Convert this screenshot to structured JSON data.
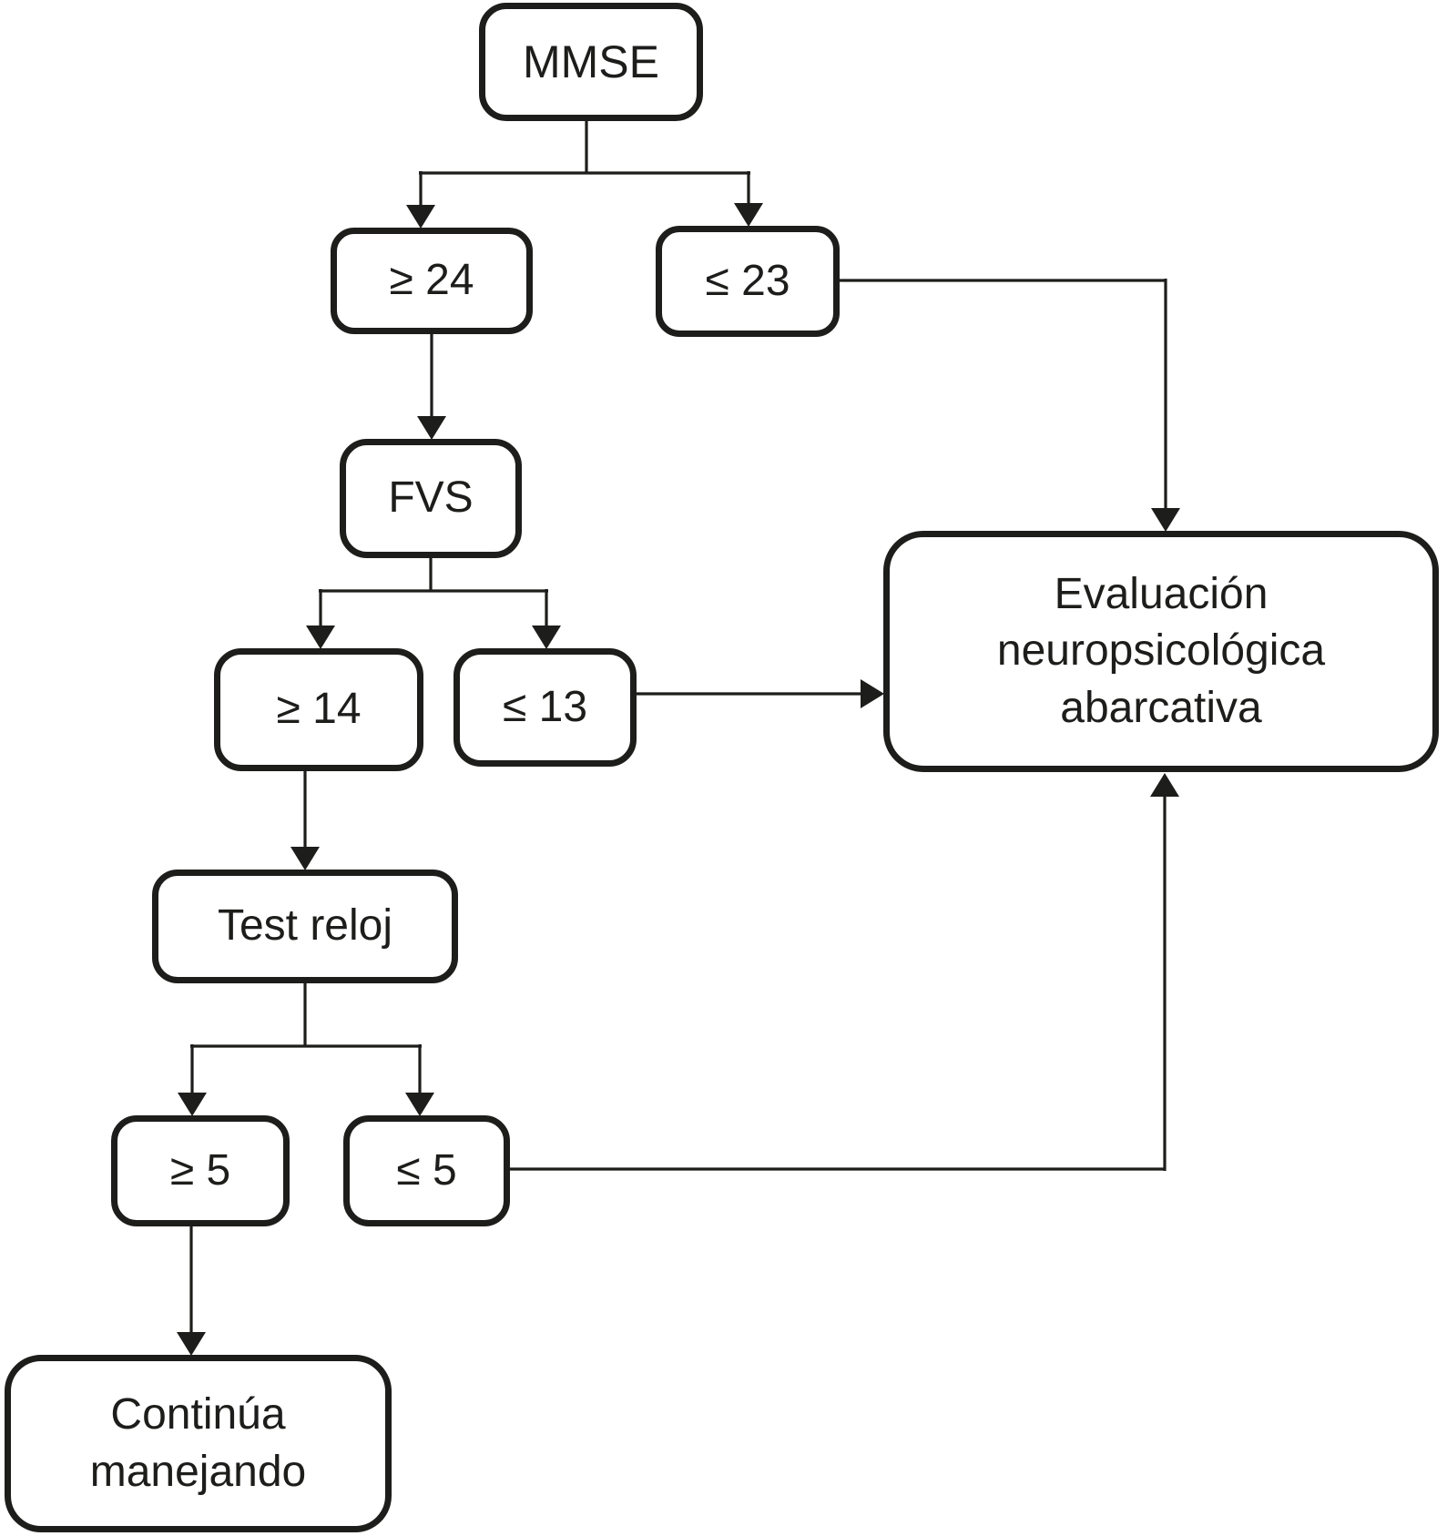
{
  "figure": {
    "type": "flowchart",
    "background_color": "#ffffff",
    "stroke_color": "#1d1d1b",
    "text_color": "#1d1d1b"
  },
  "nodes": {
    "mmse": {
      "label": "MMSE"
    },
    "mmse_ge_24": {
      "label": "≥ 24"
    },
    "mmse_le_23": {
      "label": "≤ 23"
    },
    "fvs": {
      "label": "FVS"
    },
    "fvs_ge_14": {
      "label": "≥ 14"
    },
    "fvs_le_13": {
      "label": "≤ 13"
    },
    "test_reloj": {
      "label": "Test reloj"
    },
    "reloj_ge_5": {
      "label": "≥ 5"
    },
    "reloj_le_5": {
      "label": "≤ 5"
    },
    "continua_manejando": {
      "label": "Continúa manejando"
    },
    "evaluacion": {
      "label": "Evaluación neuropsicológica abarcativa"
    }
  },
  "edges": [
    {
      "from": "MMSE",
      "to": "≥ 24"
    },
    {
      "from": "MMSE",
      "to": "≤ 23"
    },
    {
      "from": "≥ 24",
      "to": "FVS"
    },
    {
      "from": "≤ 23",
      "to": "Evaluación neuropsicológica abarcativa"
    },
    {
      "from": "FVS",
      "to": "≥ 14"
    },
    {
      "from": "FVS",
      "to": "≤ 13"
    },
    {
      "from": "≤ 13",
      "to": "Evaluación neuropsicológica abarcativa"
    },
    {
      "from": "≥ 14",
      "to": "Test reloj"
    },
    {
      "from": "Test reloj",
      "to": "≥ 5"
    },
    {
      "from": "Test reloj",
      "to": "≤ 5"
    },
    {
      "from": "≥ 5",
      "to": "Continúa manejando"
    },
    {
      "from": "≤ 5",
      "to": "Evaluación neuropsicológica abarcativa"
    }
  ]
}
